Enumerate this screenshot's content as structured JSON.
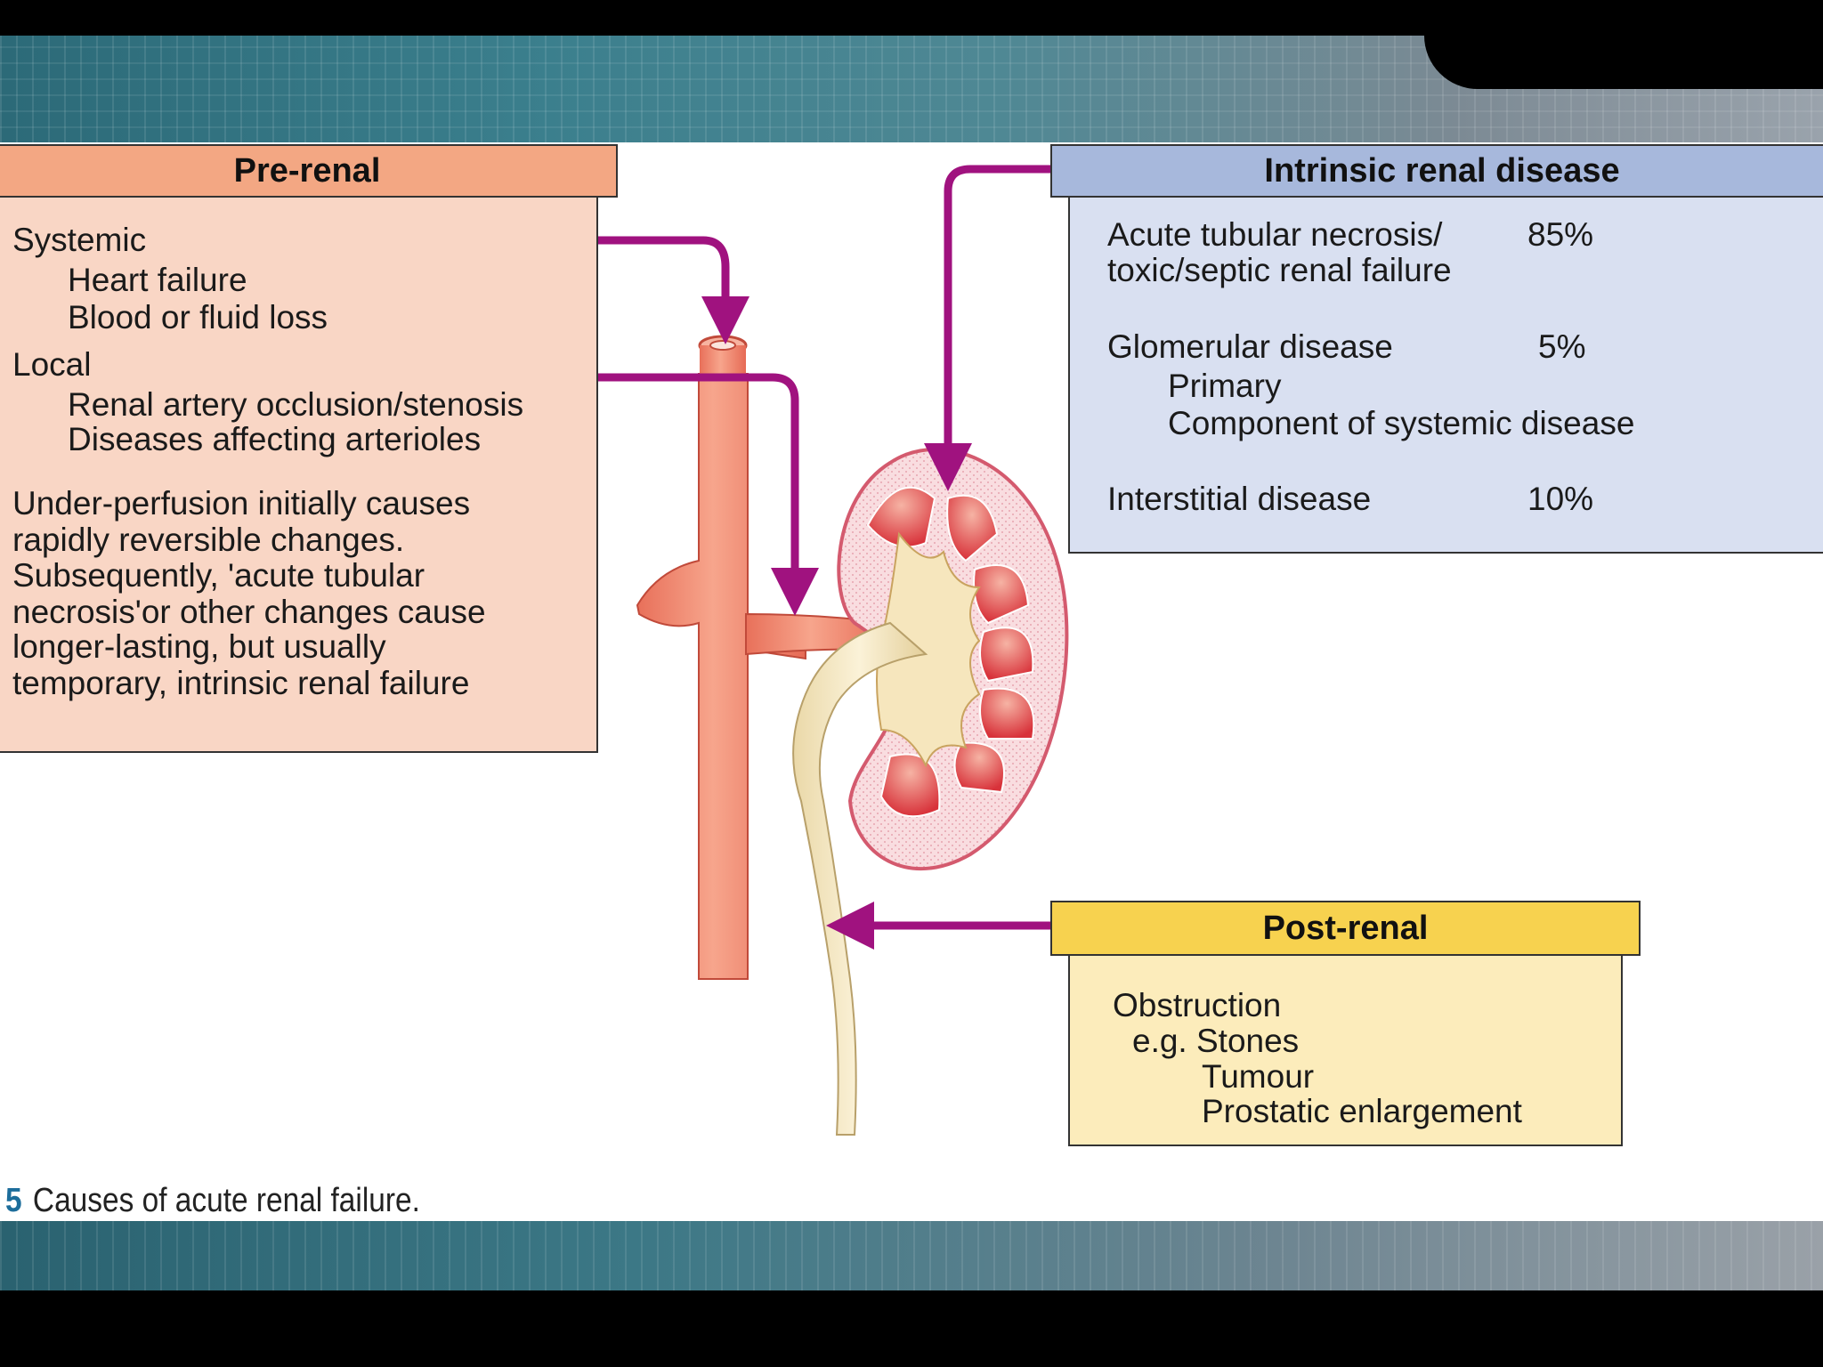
{
  "figure": {
    "caption_number": "5",
    "caption_text": "Causes of acute renal failure."
  },
  "prerenal": {
    "header": "Pre-renal",
    "systemic_label": "Systemic",
    "systemic_items": [
      "Heart failure",
      "Blood or fluid loss"
    ],
    "local_label": "Local",
    "local_items": [
      "Renal artery occlusion/stenosis",
      "Diseases affecting arterioles"
    ],
    "note_lines": [
      "Under-perfusion initially causes",
      "rapidly reversible changes.",
      "Subsequently, 'acute tubular",
      "necrosis'or other changes cause",
      "longer-lasting, but usually",
      "temporary, intrinsic renal failure"
    ]
  },
  "intrinsic": {
    "header": "Intrinsic renal disease",
    "atn_line1": "Acute tubular necrosis/",
    "atn_line2": "toxic/septic renal failure",
    "atn_pct": "85%",
    "glom_label": "Glomerular disease",
    "glom_pct": "5%",
    "glom_items": [
      "Primary",
      "Component of systemic disease"
    ],
    "interstitial_label": "Interstitial disease",
    "interstitial_pct": "10%"
  },
  "postrenal": {
    "header": "Post-renal",
    "line1": "Obstruction",
    "line2": "e.g. Stones",
    "line3": "Tumour",
    "line4": "Prostatic enlargement"
  },
  "colors": {
    "arrow": "#a0127f",
    "prerenal_header": "#f3a783",
    "prerenal_body": "#f9d6c5",
    "intrinsic_header": "#a7b8dc",
    "intrinsic_body": "#d9e0f1",
    "postrenal_header": "#f7d24f",
    "postrenal_body": "#fcecbb"
  }
}
